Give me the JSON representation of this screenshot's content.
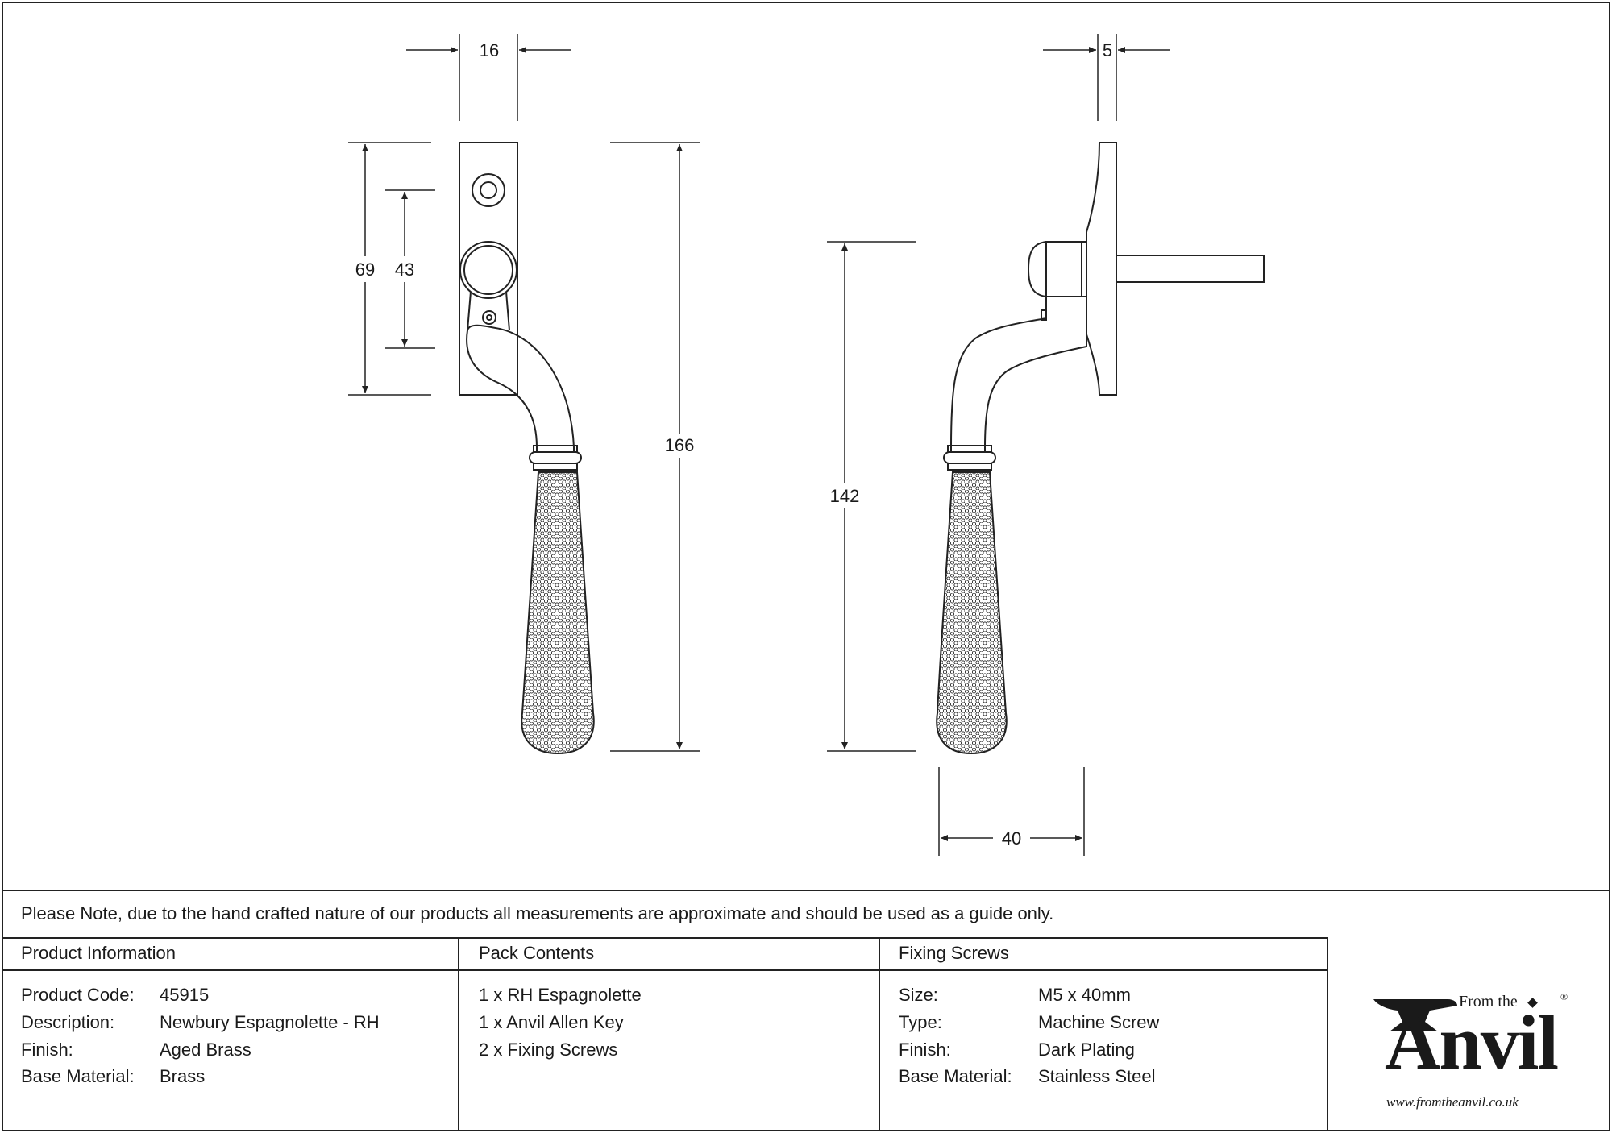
{
  "dimensions": {
    "width_top_left": "16",
    "width_top_right": "5",
    "plate_height": "69",
    "centre_height": "43",
    "overall_height": "166",
    "side_height": "142",
    "projection": "40"
  },
  "note": "Please Note, due to the hand crafted nature of our products all measurements are approximate and should be used as a guide only.",
  "product_info": {
    "heading": "Product Information",
    "rows": [
      {
        "label": "Product Code:",
        "value": "45915"
      },
      {
        "label": "Description:",
        "value": "Newbury Espagnolette - RH"
      },
      {
        "label": "Finish:",
        "value": "Aged Brass"
      },
      {
        "label": "Base Material:",
        "value": "Brass"
      }
    ]
  },
  "pack_contents": {
    "heading": "Pack Contents",
    "items": [
      "1 x RH Espagnolette",
      "1 x Anvil Allen Key",
      "2 x Fixing Screws"
    ]
  },
  "fixing_screws": {
    "heading": "Fixing Screws",
    "rows": [
      {
        "label": "Size:",
        "value": "M5 x 40mm"
      },
      {
        "label": "Type:",
        "value": "Machine Screw"
      },
      {
        "label": "Finish:",
        "value": "Dark Plating"
      },
      {
        "label": "Base Material:",
        "value": "Stainless Steel"
      }
    ]
  },
  "logo": {
    "from_the": "From the",
    "anvil": "Anvil",
    "registered": "®",
    "url": "www.fromtheanvil.co.uk"
  },
  "colors": {
    "line": "#222222",
    "background": "#ffffff"
  }
}
